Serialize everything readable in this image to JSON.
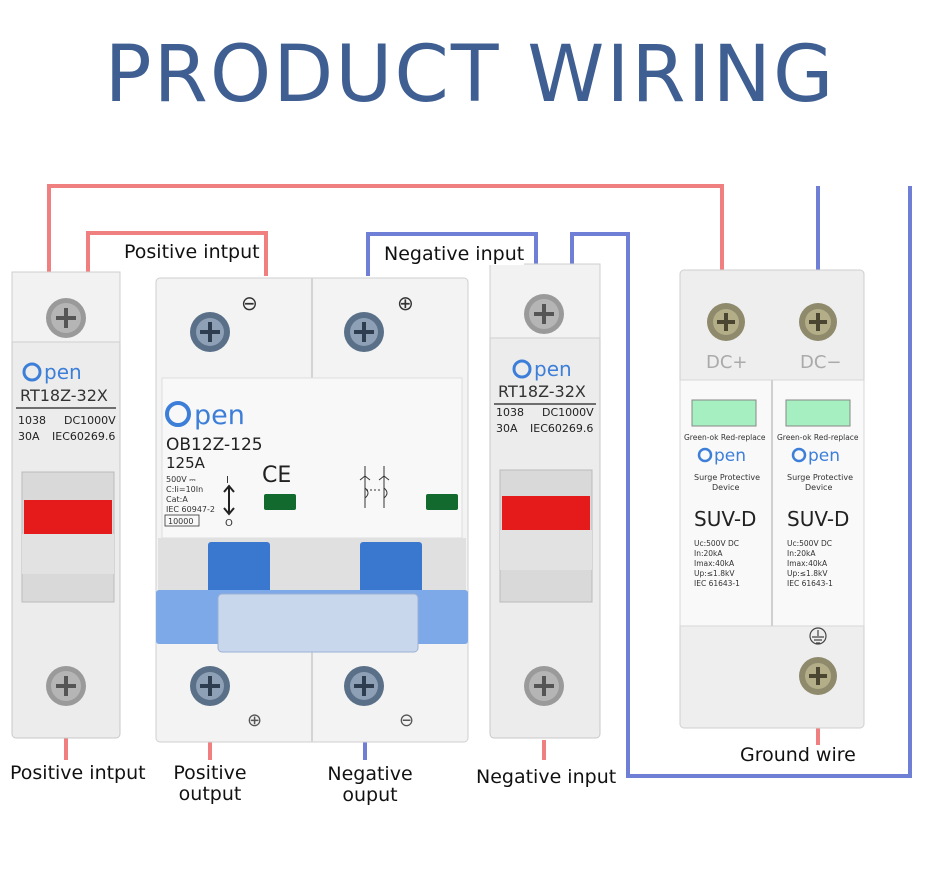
{
  "title": "PRODUCT WIRING",
  "colors": {
    "positive_wire": "#f08080",
    "negative_wire": "#6f7fd6",
    "title": "#3f5f93",
    "brand": "#3d7fd8"
  },
  "labels": {
    "top_positive_input": "Positive intput",
    "top_negative_input": "Negative input",
    "bottom_positive_input": "Positive intput",
    "positive_output_1": "Positive",
    "positive_output_2": "output",
    "negative_output_1": "Negative",
    "negative_output_2": "ouput",
    "bottom_negative_input": "Negative input",
    "ground_wire": "Ground wire"
  },
  "fuse_left": {
    "brand": "pen",
    "model": "RT18Z-32X",
    "spec_1a": "1038",
    "spec_1b": "DC1000V",
    "spec_2a": "30A",
    "spec_2b": "IEC60269.6"
  },
  "fuse_right": {
    "brand": "pen",
    "model": "RT18Z-32X",
    "spec_1a": "1038",
    "spec_1b": "DC1000V",
    "spec_2a": "30A",
    "spec_2b": "IEC60269.6"
  },
  "breaker": {
    "brand": "pen",
    "model": "OB12Z-125",
    "rating": "125A",
    "spec_1": "500V ⎓",
    "spec_2": "C:Ii=10In",
    "spec_3": "Cat:A",
    "spec_4": "IEC 60947-2",
    "spec_5": "10000",
    "top_left_terminal": "⊖",
    "top_right_terminal": "⊕",
    "bottom_left_terminal": "⊕",
    "bottom_right_terminal": "⊖",
    "switch_on": "I",
    "switch_off": "O"
  },
  "spd": {
    "terminal_pos": "DC+",
    "terminal_neg": "DC−",
    "indicator_text": "Green-ok  Red-replace",
    "brand": "pen",
    "device_1": "Surge Protective",
    "device_2": "Device",
    "model": "SUV-D",
    "spec_1": "Uc:500V DC",
    "spec_2": "In:20kA",
    "spec_3": "Imax:40kA",
    "spec_4": "Up:≤1.8kV",
    "spec_5": "IEC   61643-1"
  }
}
